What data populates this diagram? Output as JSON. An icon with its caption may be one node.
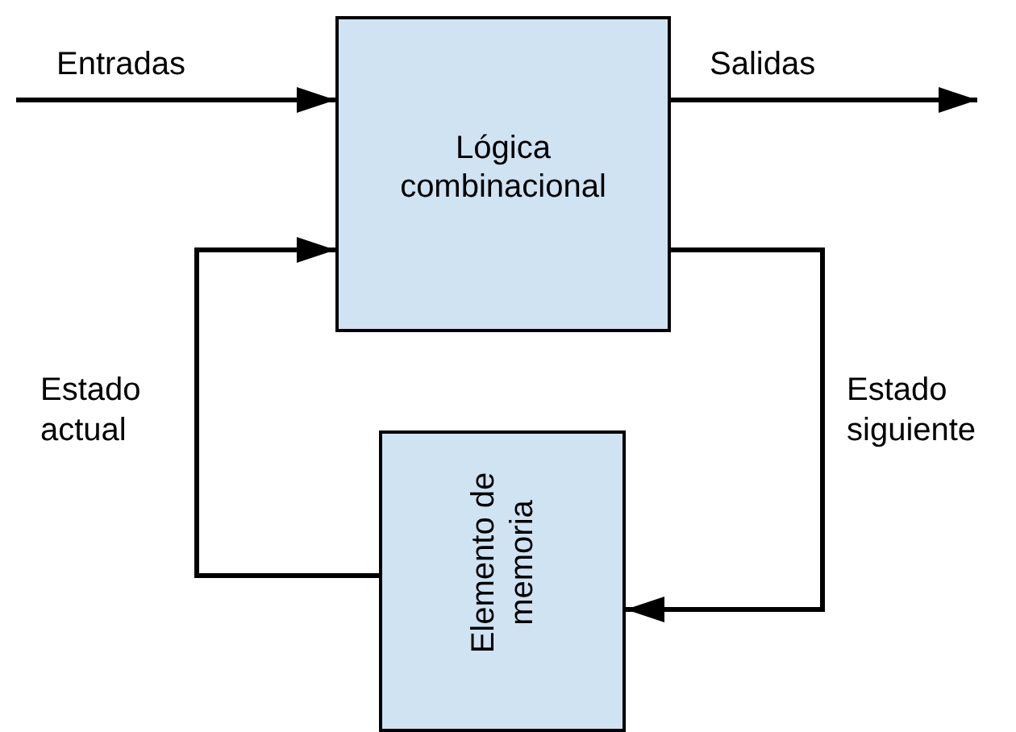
{
  "diagram": {
    "nodes": [
      {
        "text": [
          "Lógica combinacional"
        ]
      },
      {
        "text": [
          "Elemento de memoria"
        ]
      }
    ],
    "edges": [
      {
        "from": null,
        "to": 0,
        "arrow": "to",
        "label": "Entradas"
      },
      {
        "from": 0,
        "to": null,
        "arrow": "to",
        "label": "Salidas"
      },
      {
        "from": 1,
        "to": 0,
        "arrow": "to",
        "label": "Estado actual"
      },
      {
        "from": 0,
        "to": 1,
        "arrow": "to",
        "label": "Estado siguiente"
      }
    ]
  }
}
